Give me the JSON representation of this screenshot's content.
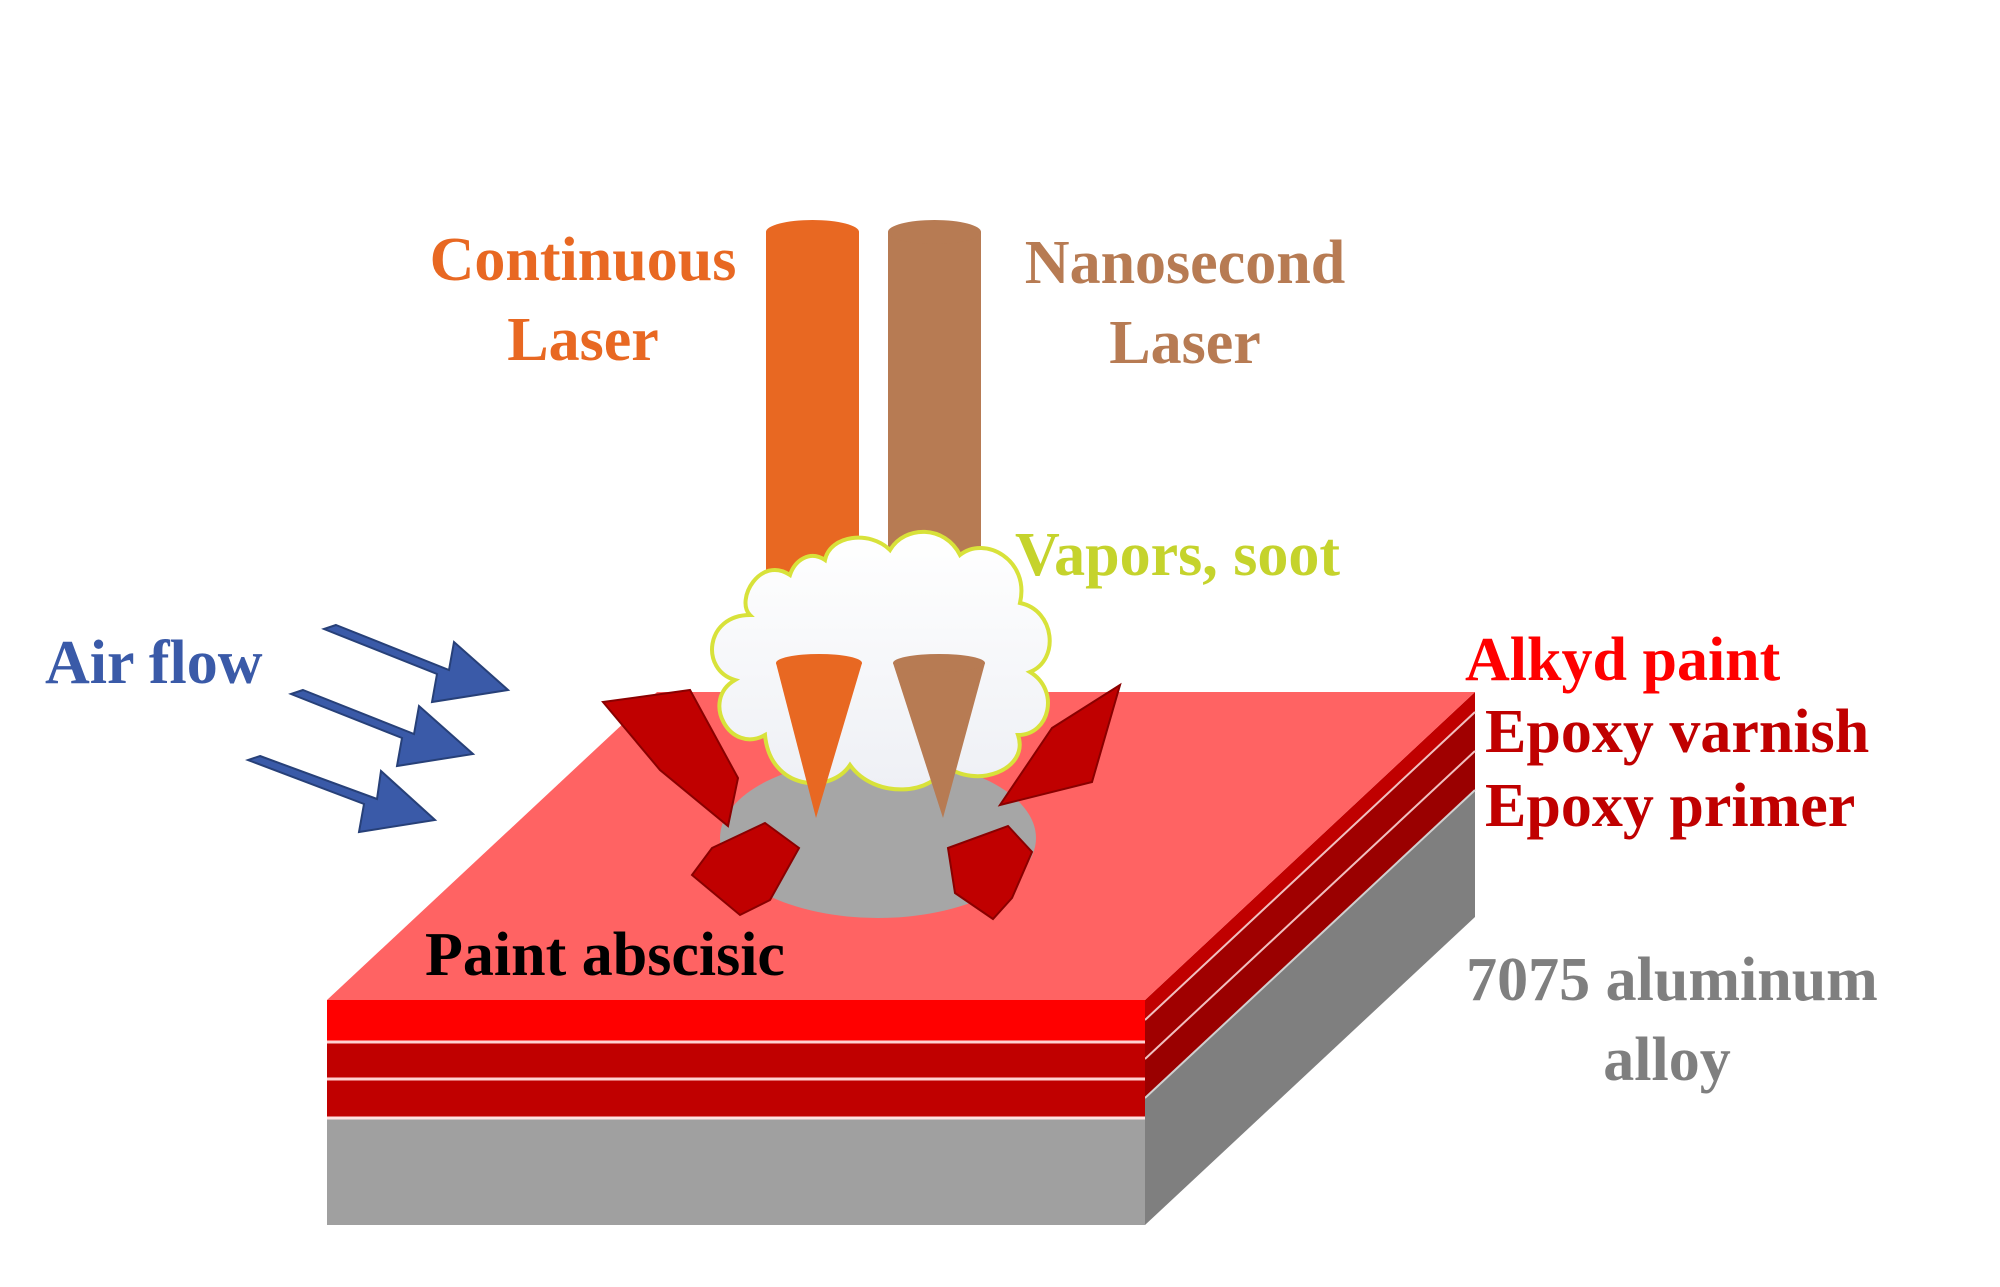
{
  "labels": {
    "continuous_laser_line1": "Continuous",
    "continuous_laser_line2": "Laser",
    "nanosecond_laser_line1": "Nanosecond",
    "nanosecond_laser_line2": "Laser",
    "vapors": "Vapors, soot",
    "air_flow": "Air flow",
    "alkyd_paint": "Alkyd paint",
    "epoxy_varnish": "Epoxy varnish",
    "epoxy_primer": "Epoxy primer",
    "paint_abscisic": "Paint abscisic",
    "alloy_line1": "7075 aluminum",
    "alloy_line2": "alloy"
  },
  "colors": {
    "continuous_laser": "#e86822",
    "nanosecond_laser": "#b77b53",
    "vapors_text": "#c5d32c",
    "air_flow": "#3a5aa8",
    "alkyd_paint_top": "#ff6363",
    "alkyd_paint": "#ff0000",
    "epoxy_varnish": "#c00000",
    "epoxy_primer": "#c00000",
    "paint_label_text": "#c00000",
    "alloy": "#a0a0a0",
    "alloy_label_text": "#7f7f7f",
    "crater": "#a6a6a6",
    "fragment": "#c00000"
  }
}
